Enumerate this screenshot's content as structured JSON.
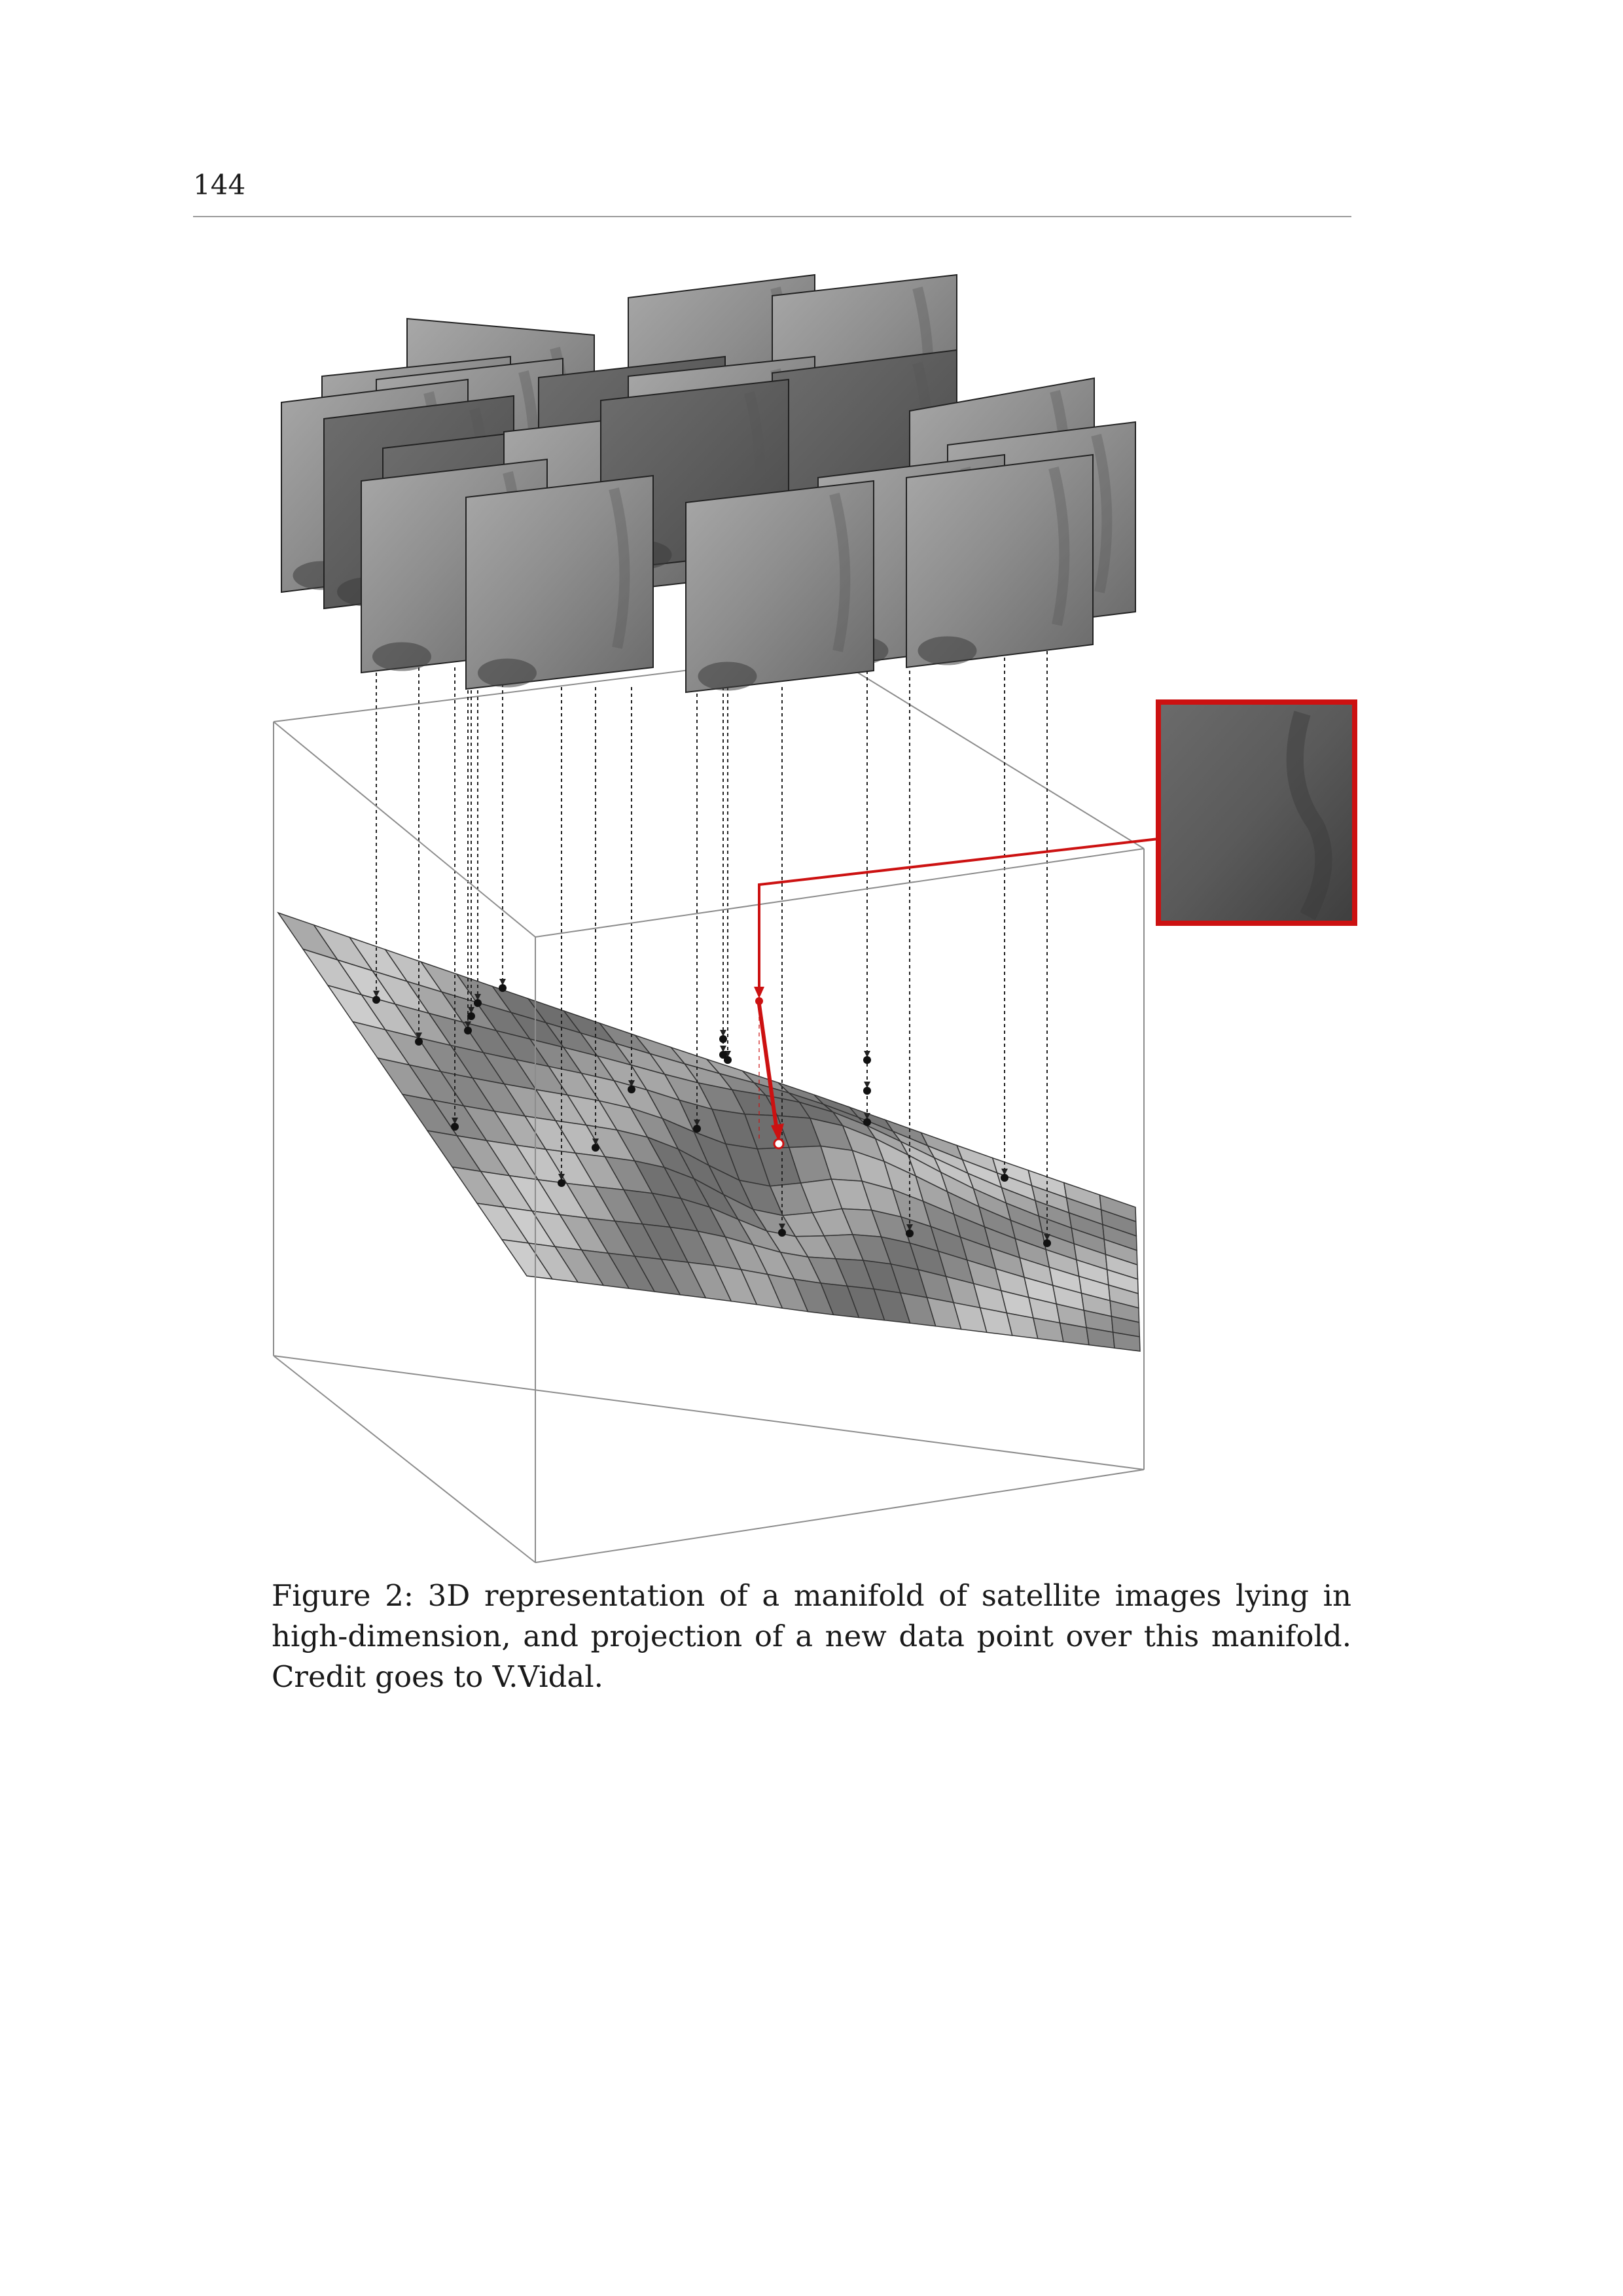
{
  "header": {
    "page_number": "144"
  },
  "figure": {
    "caption": "Figure 2: 3D representation of a manifold of satellite images lying in high-dimension, and projection of a new data point over this manifold. Credit goes to V.Vidal.",
    "colors": {
      "projection": "#cc1111",
      "mesh_stroke": "#333333",
      "box_stroke": "#8c8c8c",
      "tile_dark": "#5a5a5a",
      "tile_light": "#9c9c9c"
    },
    "image_tile_count": 20,
    "manifold_point_count": 21
  }
}
